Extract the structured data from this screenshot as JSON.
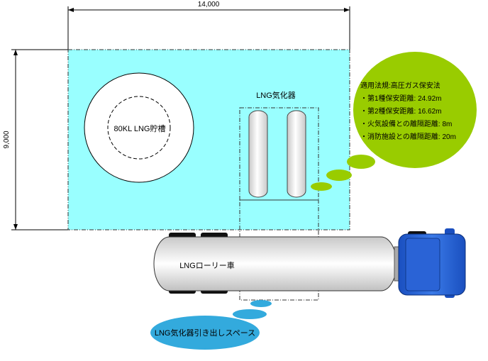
{
  "dimensions": {
    "width_label": "14,000",
    "height_label": "9,000"
  },
  "tank": {
    "label": "80KL LNG貯槽"
  },
  "vaporizer": {
    "label": "LNG気化器"
  },
  "truck": {
    "label": "LNGローリー車"
  },
  "callout_regulations": {
    "lines": [
      "適用法規:高圧ガス保安法",
      "・第1種保安距離: 24.92m",
      "・第2種保安距離: 16.62m",
      "・火気設備との離隔距離: 8m",
      "・消防施設との離隔距離: 20m"
    ]
  },
  "callout_space": {
    "label": "LNG気化器引き出しスペース"
  },
  "colors": {
    "site_fill": "#99ffff",
    "callout_green": "#99cc00",
    "callout_blue": "#33aadd",
    "truck_cab": "#1155cc",
    "tires": "#111111"
  }
}
